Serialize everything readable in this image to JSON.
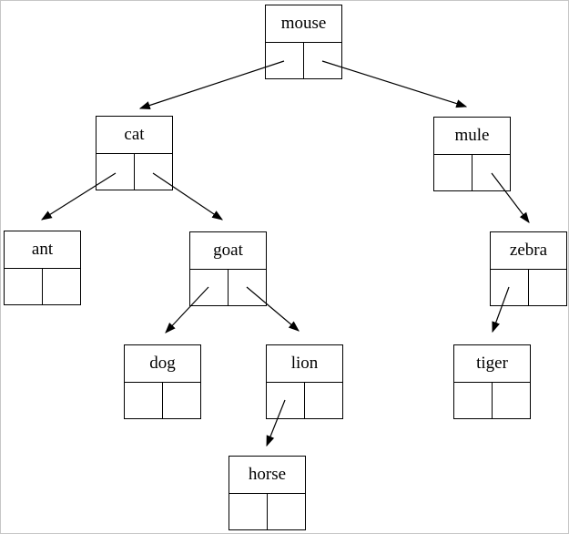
{
  "page": {
    "background": "#ffffff",
    "border_color": "#c6c6c6"
  },
  "tree": {
    "kind": "binary-search-tree",
    "colors": {
      "line": "#000000",
      "box_border": "#000000",
      "text": "#000000"
    },
    "nodes": [
      {
        "id": "mouse",
        "label": "mouse",
        "left_child": "cat",
        "right_child": "mule"
      },
      {
        "id": "cat",
        "label": "cat",
        "left_child": "ant",
        "right_child": "goat"
      },
      {
        "id": "mule",
        "label": "mule",
        "left_child": null,
        "right_child": "zebra"
      },
      {
        "id": "ant",
        "label": "ant",
        "left_child": null,
        "right_child": null
      },
      {
        "id": "goat",
        "label": "goat",
        "left_child": "dog",
        "right_child": "lion"
      },
      {
        "id": "zebra",
        "label": "zebra",
        "left_child": "tiger",
        "right_child": null
      },
      {
        "id": "dog",
        "label": "dog",
        "left_child": null,
        "right_child": null
      },
      {
        "id": "lion",
        "label": "lion",
        "left_child": "horse",
        "right_child": null
      },
      {
        "id": "tiger",
        "label": "tiger",
        "left_child": null,
        "right_child": null
      },
      {
        "id": "horse",
        "label": "horse",
        "left_child": null,
        "right_child": null
      }
    ],
    "edges": [
      {
        "from": "mouse",
        "cell": "left",
        "to": "cat"
      },
      {
        "from": "mouse",
        "cell": "right",
        "to": "mule"
      },
      {
        "from": "cat",
        "cell": "left",
        "to": "ant"
      },
      {
        "from": "cat",
        "cell": "right",
        "to": "goat"
      },
      {
        "from": "goat",
        "cell": "left",
        "to": "dog"
      },
      {
        "from": "goat",
        "cell": "right",
        "to": "lion"
      },
      {
        "from": "lion",
        "cell": "left",
        "to": "horse"
      },
      {
        "from": "mule",
        "cell": "right",
        "to": "zebra"
      },
      {
        "from": "zebra",
        "cell": "left",
        "to": "tiger"
      }
    ]
  }
}
